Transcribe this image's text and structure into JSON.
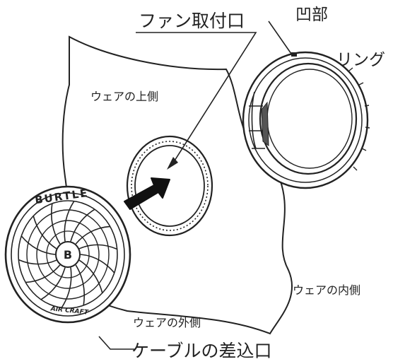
{
  "labels": {
    "fan_mount_opening": "ファン取付口",
    "recess": "凹部",
    "ring": "リング",
    "wear_upper_side": "ウェアの上側",
    "wear_inner_side": "ウェアの内側",
    "wear_outer_side": "ウェアの外側",
    "cable_inlet": "ケーブルの差込口"
  },
  "fan": {
    "brand_text": "BURTLE",
    "center_logo": "B",
    "bottom_script": "AIR CRAFT"
  },
  "colors": {
    "line": "#222222",
    "arrow_fill": "#111111",
    "background": "#ffffff"
  }
}
